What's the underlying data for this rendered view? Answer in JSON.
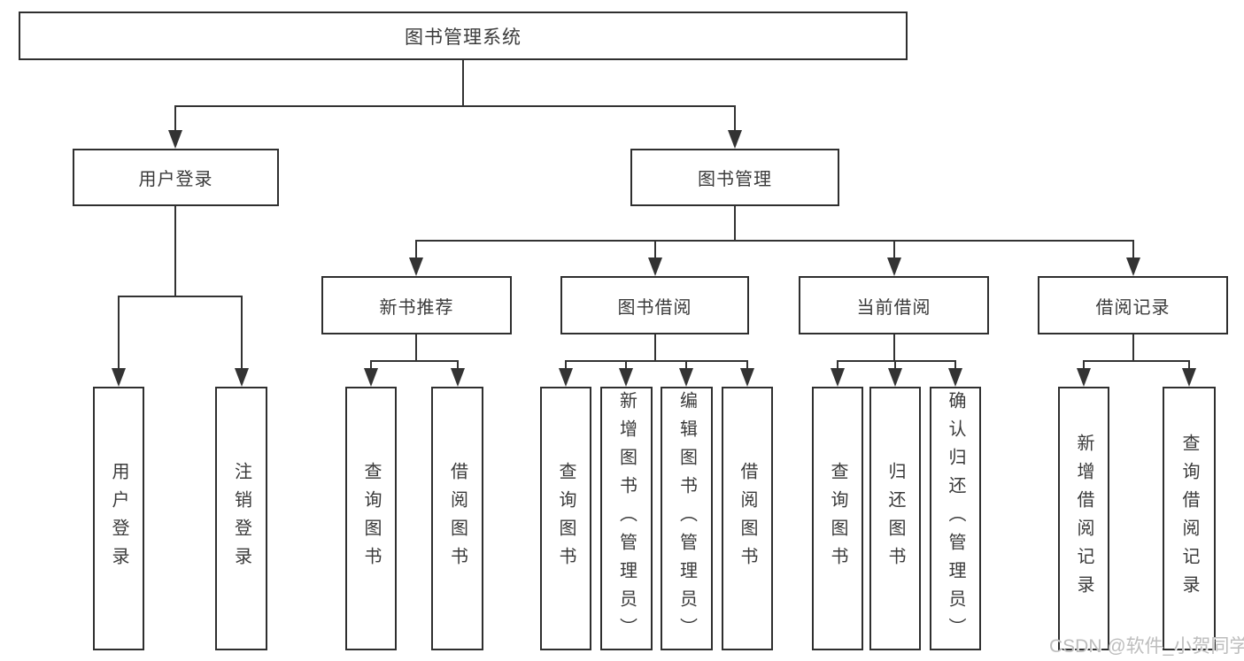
{
  "diagram": {
    "title": "图书管理系统",
    "tree": {
      "root": {
        "label": "图书管理系统",
        "children": [
          {
            "label": "用户登录",
            "children": [
              {
                "label": "用户登录"
              },
              {
                "label": "注销登录"
              }
            ]
          },
          {
            "label": "图书管理",
            "children": [
              {
                "label": "新书推荐",
                "children": [
                  {
                    "label": "查询图书"
                  },
                  {
                    "label": "借阅图书"
                  }
                ]
              },
              {
                "label": "图书借阅",
                "children": [
                  {
                    "label": "查询图书"
                  },
                  {
                    "label": "新增图书（管理员）"
                  },
                  {
                    "label": "编辑图书（管理员）"
                  },
                  {
                    "label": "借阅图书"
                  }
                ]
              },
              {
                "label": "当前借阅",
                "children": [
                  {
                    "label": "查询图书"
                  },
                  {
                    "label": "归还图书"
                  },
                  {
                    "label": "确认归还（管理员）"
                  }
                ]
              },
              {
                "label": "借阅记录",
                "children": [
                  {
                    "label": "新增借阅记录"
                  },
                  {
                    "label": "查询借阅记录"
                  }
                ]
              }
            ]
          }
        ]
      }
    },
    "colors": {
      "box_border": "#2f2f2f",
      "text": "#3a3a3a",
      "connector_line": "#333333",
      "background": "#ffffff",
      "watermark_text_color": "#bdbdbd"
    }
  },
  "watermark": {
    "text": "CSDN @软件_小贺同学"
  }
}
